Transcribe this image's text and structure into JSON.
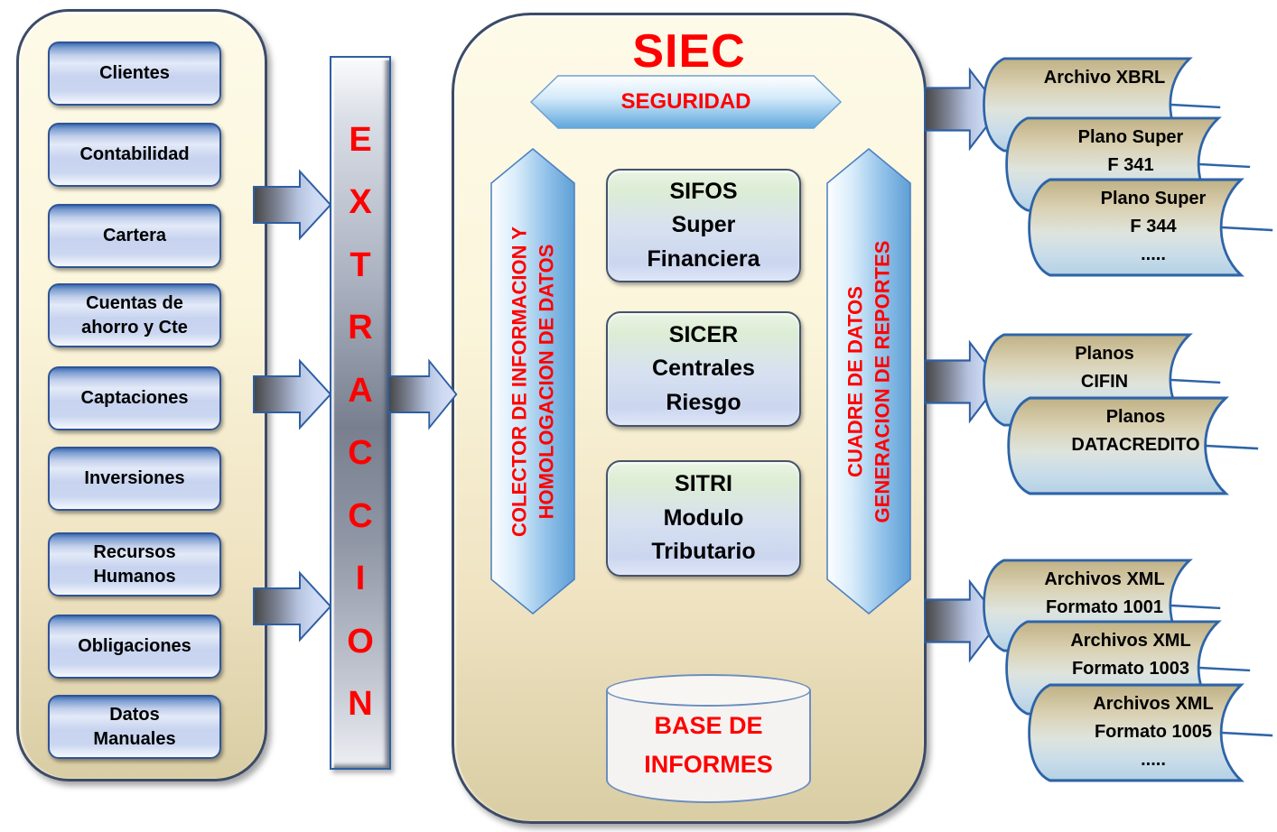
{
  "left_panel": {
    "items": [
      {
        "line1": "Clientes"
      },
      {
        "line1": "Contabilidad"
      },
      {
        "line1": "Cartera"
      },
      {
        "line1": "Cuentas de",
        "line2": "ahorro y Cte"
      },
      {
        "line1": "Captaciones"
      },
      {
        "line1": "Inversiones"
      },
      {
        "line1": "Recursos",
        "line2": "Humanos"
      },
      {
        "line1": "Obligaciones"
      },
      {
        "line1": "Datos",
        "line2": "Manuales"
      }
    ]
  },
  "extraction": {
    "word": "EXTRACCION",
    "letters": [
      "E",
      "X",
      "T",
      "R",
      "A",
      "C",
      "C",
      "I",
      "O",
      "N"
    ]
  },
  "siec": {
    "title": "SIEC",
    "security_banner": "SEGURIDAD",
    "left_banner": {
      "line1": "COLECTOR DE INFORMACION Y",
      "line2": "HOMOLOGACION DE DATOS"
    },
    "right_banner": {
      "line1": "CUADRE DE DATOS",
      "line2": "GENERACION DE REPORTES"
    },
    "modules": [
      {
        "line1": "SIFOS",
        "line2": "Super",
        "line3": "Financiera"
      },
      {
        "line1": "SICER",
        "line2": "Centrales",
        "line3": "Riesgo"
      },
      {
        "line1": "SITRI",
        "line2": "Modulo",
        "line3": "Tributario"
      }
    ],
    "database": {
      "line1": "BASE DE",
      "line2": "INFORMES"
    }
  },
  "outputs": [
    {
      "scrolls": [
        {
          "line1": "Archivo XBRL"
        },
        {
          "line1": "Plano Super",
          "line2": "F 341"
        },
        {
          "line1": "Plano Super",
          "line2": "F 344",
          "line3": "....."
        }
      ]
    },
    {
      "scrolls": [
        {
          "line1": "Planos",
          "line2": "CIFIN"
        },
        {
          "line1": "Planos",
          "line2": "DATACREDITO"
        }
      ]
    },
    {
      "scrolls": [
        {
          "line1": "Archivos XML",
          "line2": "Formato 1001"
        },
        {
          "line1": "Archivos XML",
          "line2": "Formato 1003"
        },
        {
          "line1": "Archivos XML",
          "line2": "Formato 1005",
          "line3": "....."
        }
      ]
    }
  ],
  "colors": {
    "accent_red": "#FF0000",
    "panel_fill_top": "#FDFAE8",
    "panel_fill_bottom": "#D9CDA4",
    "panel_border": "#3C4B66",
    "shape_outline": "#2E5FA3",
    "button_fill": "#C7D3EF",
    "module_fill_top": "#DCEDD4",
    "module_fill_bottom": "#CBD6EF",
    "scroll_fill_top": "#C2B389",
    "scroll_fill_bottom": "#B5D2E4"
  }
}
